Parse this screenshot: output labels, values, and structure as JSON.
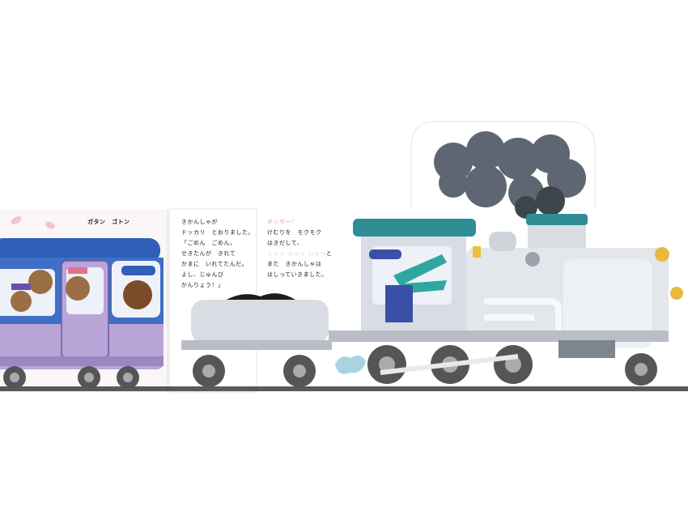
{
  "panel1": {
    "sound": "ガタン　ゴトン"
  },
  "panel2": {
    "lines": [
      "きかんしゃが",
      "ドッカリ　とおりました。",
      "「ごめん　ごめん。",
      "せきたんが　きれて",
      "かまに　いれてたんだ。",
      "よし、じゅんび",
      "かんりょう！」"
    ]
  },
  "panel3": {
    "line1": "ポッポー！",
    "line2": "けむりを　モクモク",
    "line3": "はきだして、",
    "line4a": "シュッ シュッ シュッ",
    "line4b": "と",
    "line5": "また　きかんしゃは",
    "line6": "はしっていきました。"
  },
  "colors": {
    "bus_body": "#b9a4d8",
    "bus_top": "#2f5fb8",
    "engine": "#d9dde3",
    "engine_roof": "#2f8e95",
    "smoke": "#5e6771",
    "crocodile": "#2fa7a0",
    "rail": "#555555"
  }
}
